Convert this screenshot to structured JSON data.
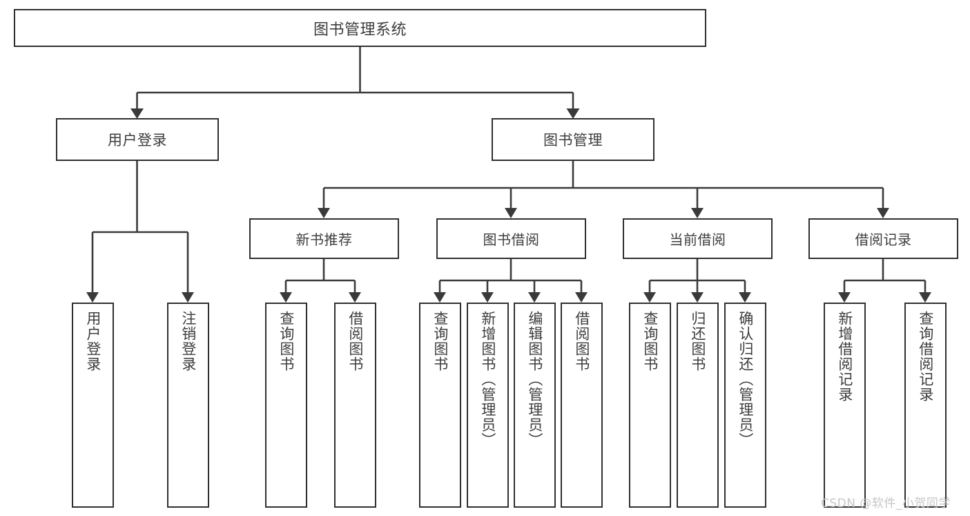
{
  "diagram": {
    "title": "图书管理系统",
    "type": "tree-hierarchy-chart",
    "levels": 4
  },
  "root": {
    "label": "图书管理系统"
  },
  "level2": [
    {
      "label": "用户登录"
    },
    {
      "label": "图书管理"
    }
  ],
  "level3": [
    {
      "label": "新书推荐"
    },
    {
      "label": "图书借阅"
    },
    {
      "label": "当前借阅"
    },
    {
      "label": "借阅记录"
    }
  ],
  "leaves": {
    "user_login": [
      {
        "label": "用户登录"
      },
      {
        "label": "注销登录"
      }
    ],
    "new_book_recommend": [
      {
        "label": "查询图书"
      },
      {
        "label": "借阅图书"
      }
    ],
    "book_borrow": [
      {
        "label": "查询图书"
      },
      {
        "label": "新增图书（管理员）"
      },
      {
        "label": "编辑图书（管理员）"
      },
      {
        "label": "借阅图书"
      }
    ],
    "current_borrow": [
      {
        "label": "查询图书"
      },
      {
        "label": "归还图书"
      },
      {
        "label": "确认归还（管理员）"
      }
    ],
    "borrow_record": [
      {
        "label": "新增借阅记录"
      },
      {
        "label": "查询借阅记录"
      }
    ]
  },
  "watermark": {
    "text": "CSDN @软件_小贺同学"
  },
  "colors": {
    "box_border": "#2f2f2f",
    "connector": "#3a3a3a",
    "text": "#3d3d3d",
    "background": "#ffffff",
    "watermark": "#c6c6c6"
  }
}
